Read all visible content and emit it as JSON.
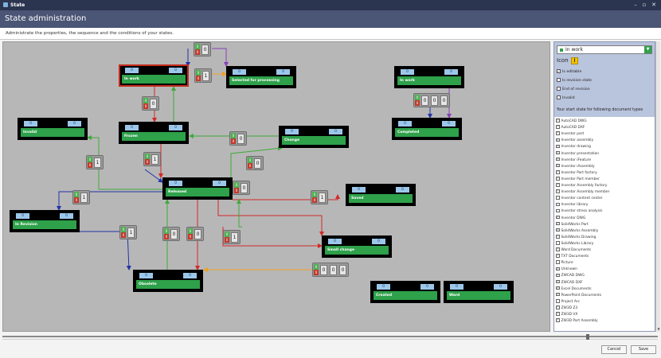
{
  "window": {
    "title": "State",
    "controls": [
      "–",
      "▫",
      "✕"
    ]
  },
  "header": {
    "title": "State administration",
    "subtitle": "Administrate the properties, the sequence and the conditions of your states."
  },
  "colors": {
    "titlebar": "#2b3550",
    "header": "#4b5575",
    "canvas": "#b7b7b7",
    "state_green": "#2ea14a",
    "state_field": "#9cc7ea",
    "selected_border": "#c42b1c",
    "arrow_blue": "#2233aa",
    "arrow_red": "#d62728",
    "arrow_green": "#3faa3a",
    "arrow_purple": "#8a3fb8",
    "arrow_orange": "#f0a020",
    "side_panel": "#b9c4dd"
  },
  "states": [
    {
      "id": "inwork1",
      "name": "In work",
      "field_left": "0",
      "field_right": "0",
      "selected": true
    },
    {
      "id": "selected",
      "name": "Selected for processing",
      "field_left": "0",
      "field_right": "0"
    },
    {
      "id": "invalid",
      "name": "Invalid",
      "field_left": "0",
      "field_right": "0"
    },
    {
      "id": "frozen",
      "name": "Frozen",
      "field_left": "0",
      "field_right": "0"
    },
    {
      "id": "change",
      "name": "Change",
      "field_left": "0",
      "field_right": "0"
    },
    {
      "id": "released",
      "name": "Released",
      "field_left": "0",
      "field_right": "0"
    },
    {
      "id": "inrevision",
      "name": "In Revision",
      "field_left": "0",
      "field_right": "0"
    },
    {
      "id": "saved",
      "name": "Saved",
      "field_left": "0",
      "field_right": "0"
    },
    {
      "id": "smallchange",
      "name": "Small change",
      "field_left": "0",
      "field_right": "0"
    },
    {
      "id": "obsolete",
      "name": "Obsolete",
      "field_left": "0",
      "field_right": "0"
    },
    {
      "id": "inwork2",
      "name": "In work",
      "field_left": "0",
      "field_right": "0"
    },
    {
      "id": "completed",
      "name": "Completed",
      "field_left": "0",
      "field_right": "0"
    },
    {
      "id": "created",
      "name": "Created",
      "field_left": "0",
      "field_right": "0"
    },
    {
      "id": "ward",
      "name": "Ward",
      "field_left": "0",
      "field_right": "0"
    }
  ],
  "conditions": [
    {
      "green": "0",
      "red": "0",
      "values": [
        "0"
      ]
    },
    {
      "green": "0",
      "red": "0",
      "values": [
        "1"
      ]
    },
    {
      "green": "0",
      "red": "0",
      "values": [
        "0",
        "0",
        "0"
      ]
    },
    {
      "green": "0",
      "red": "0",
      "values": [
        "0"
      ]
    },
    {
      "green": "0",
      "red": "0",
      "values": [
        "1"
      ]
    },
    {
      "green": "0",
      "red": "0",
      "values": [
        "1"
      ]
    },
    {
      "green": "0",
      "red": "0",
      "values": [
        "0"
      ]
    },
    {
      "green": "0",
      "red": "0",
      "values": [
        "0"
      ]
    },
    {
      "green": "0",
      "red": "0",
      "values": [
        "1"
      ]
    },
    {
      "green": "0",
      "red": "0",
      "values": [
        "0"
      ]
    },
    {
      "green": "0",
      "red": "0",
      "values": [
        "1"
      ]
    },
    {
      "green": "0",
      "red": "0",
      "values": [
        "0"
      ]
    },
    {
      "green": "0",
      "red": "0",
      "values": [
        "0"
      ]
    },
    {
      "green": "0",
      "red": "0",
      "values": [
        "1"
      ]
    },
    {
      "green": "0",
      "red": "0",
      "values": [
        "1"
      ]
    },
    {
      "green": "0",
      "red": "0",
      "values": [
        "0",
        "0",
        "0"
      ]
    }
  ],
  "side_panel": {
    "state_select": "In work",
    "icon_label": "Icon",
    "icon_glyph": "!",
    "options": [
      {
        "label": "Is editable",
        "checked": true
      },
      {
        "label": "Is revision state",
        "checked": false
      },
      {
        "label": "End of revision",
        "checked": false
      },
      {
        "label": "Invalid",
        "checked": false
      }
    ],
    "start_header": "Your start state for following document types",
    "doc_types": [
      {
        "label": "AutoCAD DWG",
        "checked": true
      },
      {
        "label": "AutoCAD DXF",
        "checked": true
      },
      {
        "label": "Inventor part",
        "checked": true
      },
      {
        "label": "Inventor assembly",
        "checked": true
      },
      {
        "label": "Inventor drawing",
        "checked": true
      },
      {
        "label": "Inventor presentation",
        "checked": true
      },
      {
        "label": "Inventor iFeature",
        "checked": true
      },
      {
        "label": "Inventor iAssembly",
        "checked": true
      },
      {
        "label": "Inventor Part factory",
        "checked": true
      },
      {
        "label": "Inventor Part member",
        "checked": true
      },
      {
        "label": "Inventor Assembly factory",
        "checked": true
      },
      {
        "label": "Inventor Assembly member",
        "checked": true
      },
      {
        "label": "Inventor content center",
        "checked": false
      },
      {
        "label": "Inventor library",
        "checked": false
      },
      {
        "label": "Inventor stress analysis",
        "checked": false
      },
      {
        "label": "Inventor DWG",
        "checked": true
      },
      {
        "label": "SolidWorks Part",
        "checked": true
      },
      {
        "label": "SolidWorks Assembly",
        "checked": true
      },
      {
        "label": "SolidWorks Drawing",
        "checked": true
      },
      {
        "label": "SolidWorks Library",
        "checked": false
      },
      {
        "label": "Word Documents",
        "checked": true
      },
      {
        "label": "TXT Documents",
        "checked": true
      },
      {
        "label": "Picture",
        "checked": false
      },
      {
        "label": "Unknown",
        "checked": true
      },
      {
        "label": "ZWCAD DWG",
        "checked": true
      },
      {
        "label": "ZWCAD DXF",
        "checked": true
      },
      {
        "label": "Excel Documents",
        "checked": true
      },
      {
        "label": "PowerPoint Documents",
        "checked": true
      },
      {
        "label": "Project Arc",
        "checked": false
      },
      {
        "label": "ZW3D Z3",
        "checked": true
      },
      {
        "label": "ZW3D VX",
        "checked": true
      },
      {
        "label": "ZW3D Part Assembly",
        "checked": true
      }
    ]
  },
  "footer": {
    "cancel": "Cancel",
    "save": "Save"
  }
}
